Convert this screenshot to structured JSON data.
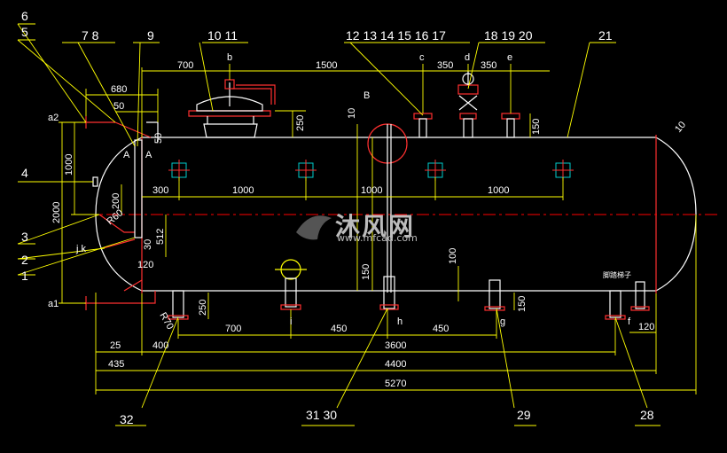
{
  "colors": {
    "background": "#000000",
    "outline": "#ffffff",
    "dimension": "#ffff00",
    "centerline": "#ff0000",
    "leader": "#ffff00",
    "nozzle": "#ff3030",
    "hatch": "#00cccc",
    "text": "#ffffff"
  },
  "callouts_top": [
    "6",
    "5",
    "7 8",
    "9",
    "10 11",
    "12 13 14 15 16 17",
    "18 19 20",
    "21"
  ],
  "callouts_left": [
    "4",
    "3",
    "2",
    "1"
  ],
  "callouts_bottom": [
    "32",
    "31 30",
    "29",
    "28"
  ],
  "nozzle_letters": [
    "a2",
    "a1",
    "b",
    "c",
    "d",
    "e",
    "B",
    "A",
    "A",
    "j.k",
    "i",
    "h",
    "g",
    "f"
  ],
  "dimensions_top": [
    "700",
    "1500",
    "350",
    "350",
    "680",
    "50"
  ],
  "dimensions_side": [
    "10",
    "150",
    "150",
    "250",
    "1000",
    "2000",
    "200",
    "512",
    "30",
    "R60",
    "120",
    "R70",
    "100",
    "250",
    "150",
    "120",
    "10",
    "50"
  ],
  "dimensions_inner": [
    "300",
    "1000",
    "1000",
    "1000"
  ],
  "dimensions_bottom": [
    "700",
    "450",
    "450",
    "3600",
    "25",
    "400",
    "435",
    "4400",
    "5270"
  ],
  "small_label": "脚踏梯子",
  "watermark": {
    "brand": "沐风网",
    "url": "www.mfcad.com"
  }
}
